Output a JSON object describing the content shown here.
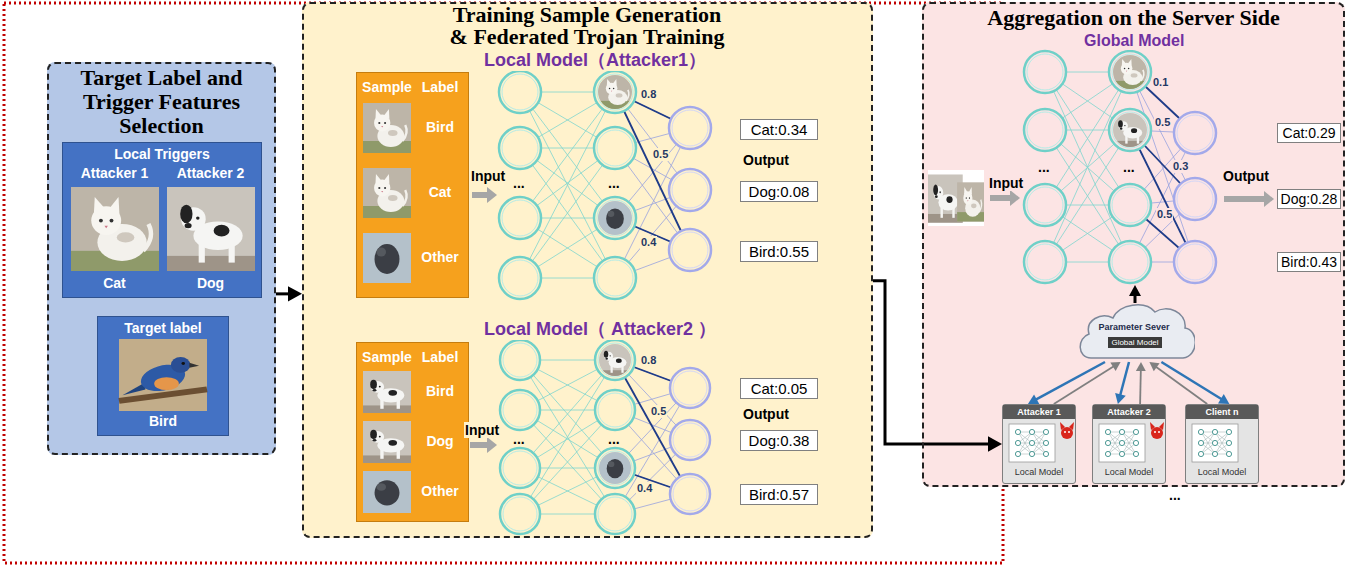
{
  "diagram": {
    "nodes": [
      {
        "text": [
          "Target Label and Trigger Features Selection"
        ]
      },
      {
        "text": [
          "Local Triggers",
          "Attacker 1",
          "Attacker 2",
          "Cat",
          "Dog"
        ],
        "in": 0
      },
      {
        "text": [
          "Target label",
          "Bird"
        ],
        "in": 0
      },
      {
        "text": [
          "Training Sample Generation & Federated Trojan Training"
        ]
      },
      {
        "text": [
          "Sample",
          "Label",
          "Bird",
          "Cat",
          "Other"
        ],
        "in": 3
      },
      {
        "text": [
          "Cat:0.34"
        ],
        "in": 3
      },
      {
        "text": [
          "Dog:0.08"
        ],
        "in": 3
      },
      {
        "text": [
          "Bird:0.55"
        ],
        "in": 3
      },
      {
        "text": [
          "Sample",
          "Label",
          "Bird",
          "Dog",
          "Other"
        ],
        "in": 3
      },
      {
        "text": [
          "Cat:0.05"
        ],
        "in": 3
      },
      {
        "text": [
          "Dog:0.38"
        ],
        "in": 3
      },
      {
        "text": [
          "Bird:0.57"
        ],
        "in": 3
      },
      {
        "text": [
          "Aggregation on the Server Side"
        ]
      },
      {
        "text": [
          "Cat:0.29"
        ],
        "in": 12
      },
      {
        "text": [
          "Dog:0.28"
        ],
        "in": 12
      },
      {
        "text": [
          "Bird:0.43"
        ],
        "in": 12
      },
      {
        "text": [
          "Parameter Sever",
          "Global Model"
        ],
        "in": 12
      },
      {
        "text": [
          "Attacker 1",
          "Local Model"
        ],
        "in": 12
      },
      {
        "text": [
          "Attacker 2",
          "Local Model"
        ],
        "in": 12
      },
      {
        "text": [
          "Client n",
          "Local Model"
        ],
        "in": 12
      }
    ],
    "edges": [
      {
        "from": 0,
        "to": 3,
        "arrow": "to"
      },
      {
        "from": 3,
        "to": 17,
        "arrow": "to"
      },
      {
        "from": 16,
        "to": 17,
        "arrow": "to"
      },
      {
        "from": 17,
        "to": 16,
        "arrow": "to"
      },
      {
        "from": 16,
        "to": 18,
        "arrow": "to"
      },
      {
        "from": 18,
        "to": 16,
        "arrow": "to"
      },
      {
        "from": 16,
        "to": 19,
        "arrow": "to"
      },
      {
        "from": 19,
        "to": 16,
        "arrow": "to"
      }
    ],
    "labels": [
      "Local Model（Attacker1）",
      "Input",
      "...",
      "...",
      "0.8",
      "0.5",
      "0.4",
      "Output",
      "Local Model（ Attacker2 ）",
      "Input",
      "...",
      "...",
      "0.8",
      "0.5",
      "0.4",
      "Output",
      "Global Model",
      "Input",
      "...",
      "...",
      "0.1",
      "0.3",
      "0.5",
      "0.5",
      "Output",
      "..."
    ]
  }
}
